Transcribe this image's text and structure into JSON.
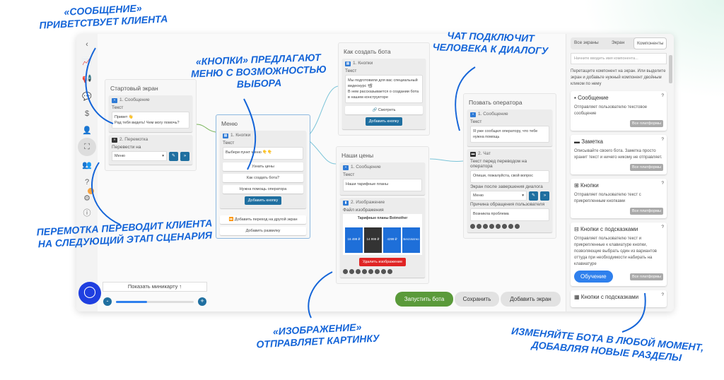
{
  "annotations": {
    "message": [
      "«СООБЩЕНИЕ»",
      "ПРИВЕТСТВУЕТ КЛИЕНТА"
    ],
    "buttons": [
      "«КНОПКИ» ПРЕДЛАГАЮТ",
      "МЕНЮ С ВОЗМОЖНОСТЬЮ",
      "ВЫБОРА"
    ],
    "chat": [
      "ЧАТ ПОДКЛЮЧИТ",
      "ЧЕЛОВЕКА К ДИАЛОГУ"
    ],
    "rewind": [
      "ПЕРЕМОТКА ПЕРЕВОДИТ КЛИЕНТА",
      "НА СЛЕДУЮЩИЙ ЭТАП СЦЕНАРИЯ"
    ],
    "image": [
      "«ИЗОБРАЖЕНИЕ»",
      "ОТПРАВЛЯЕТ КАРТИНКУ"
    ],
    "edit": [
      "ИЗМЕНЯЙТЕ БОТА В ЛЮБОЙ МОМЕНТ,",
      "ДОБАВЛЯЯ НОВЫЕ РАЗДЕЛЫ"
    ]
  },
  "sidebar_icons": [
    "back-icon",
    "chart-icon",
    "megaphone-icon",
    "chat-icon",
    "dollar-icon",
    "users-lock-icon",
    "canvas-icon",
    "team-icon",
    "help-icon",
    "settings-icon",
    "info-icon"
  ],
  "start": {
    "title": "Стартовый экран",
    "c1": "1. Сообщение",
    "text_label": "Текст",
    "text": [
      "Привет 👋",
      "Рад тебя видеть! Чем могу помочь?"
    ],
    "c2": "2. Перемотка",
    "goto_label": "Перевести на",
    "goto": "Меню"
  },
  "menu": {
    "title": "Меню",
    "c1": "1. Кнопки",
    "text_label": "Текст",
    "text": "Выбери пункт меню 👇👇",
    "buttons": [
      "Узнать цены",
      "Как создать бота?",
      "Нужна помощь оператора"
    ],
    "add_button": "Добавить кнопку",
    "add_jump": "⏩ Добавить переход на другой экран",
    "add_fork": "Добавить развилку"
  },
  "howto": {
    "title": "Как создать бота",
    "c1": "1. Кнопки",
    "text_label": "Текст",
    "text": [
      "Мы подготовили для вас специальный видеокурс 📽",
      "В нем рассказывается о создании бота в нашем конструкторе"
    ],
    "watch": "🔗 Смотреть",
    "add_button": "Добавить кнопку"
  },
  "prices": {
    "title": "Наши цены",
    "c1": "1. Сообщение",
    "text_label": "Текст",
    "text": "Наши тарифные планы",
    "c2": "2. Изображение",
    "file_label": "Файл изображения",
    "img_title": "Тарифные планы Botmother",
    "img_prices": [
      "16 499 ₽",
      "14 999 ₽",
      "4299 ₽",
      "Бесплатно"
    ],
    "delete": "Удалить изображение"
  },
  "operator": {
    "title": "Позвать оператора",
    "c1": "1. Сообщение",
    "text_label": "Текст",
    "text": "Я уже сообщил оператору, что тебе нужна помощь",
    "c2": "2. Чат",
    "pre_label": "Текст перед переводом на оператора",
    "pre": "Опиши, пожалуйста, свой вопрос",
    "after_label": "Экран после завершения диалога",
    "after": "Меню",
    "reason_label": "Причина обращения пользователя",
    "reason": "Возникла проблема"
  },
  "panel": {
    "tabs": [
      "Все экраны",
      "Экран",
      "Компоненты"
    ],
    "search_placeholder": "Начните вводить имя компонента...",
    "hint": "Перетащите компонент на экран. Или выделите экран и добавьте нужный компонент двойным кликом по нему",
    "platforms": "Все платформы",
    "components": [
      {
        "title": "Сообщение",
        "desc": "Отправляет пользователю текстовое сообщение",
        "icon": "message-icon"
      },
      {
        "title": "Заметка",
        "desc": "Описывайте своего бота. Заметка просто хранит текст и ничего никому не отправляет.",
        "icon": "note-icon"
      },
      {
        "title": "Кнопки",
        "desc": "Отправляет пользователю текст с прикрепленным кнопками",
        "icon": "buttons-icon"
      },
      {
        "title": "Кнопки с подсказками",
        "desc": "Отправляет пользователю текст и прикрепленные к клавиатуре кнопки, позволяющие выбрать один из вариантов оттуда при необходимости набирать на клавиатуре",
        "icon": "keyboard-icon"
      },
      {
        "title": "Кнопки с подсказками",
        "icon": "keyboard-icon"
      }
    ],
    "tutorial": "Обучение"
  },
  "bottom": {
    "minimap": "Показать миникарту ↑",
    "zoom_level": 0.4,
    "run": "Запустить бота",
    "save": "Сохранить",
    "add_screen": "Добавить экран"
  },
  "colors": {
    "accent": "#1f6fa0",
    "annotation": "#1565d8",
    "run": "#5a9a3a",
    "delete": "#e02424",
    "tutorial": "#2f80ed"
  }
}
